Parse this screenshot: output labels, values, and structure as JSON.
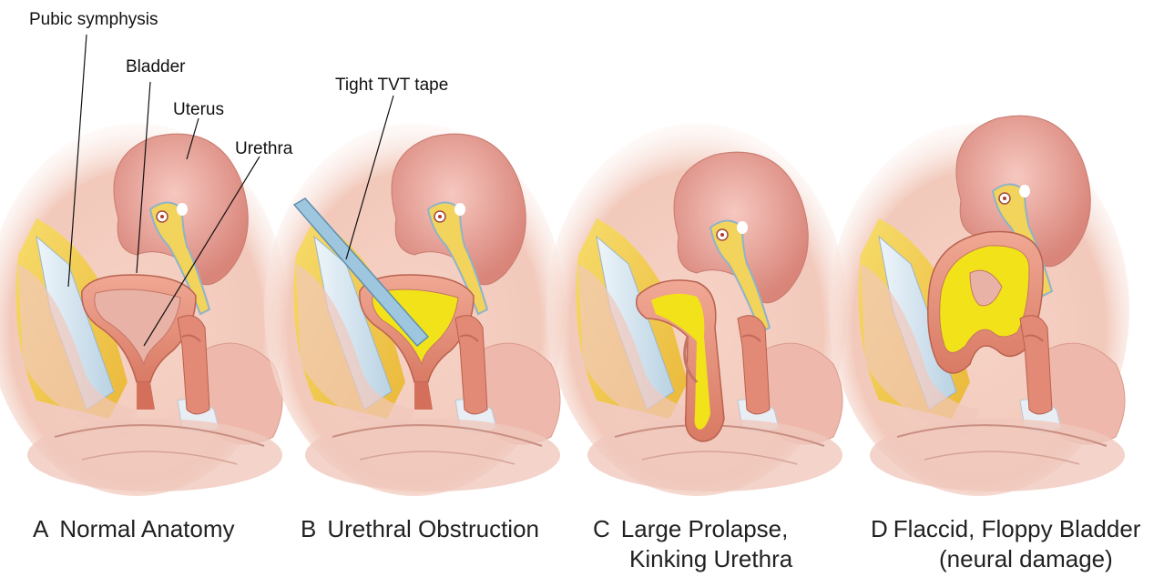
{
  "labels": {
    "pubic_symphysis": "Pubic symphysis",
    "bladder": "Bladder",
    "uterus": "Uterus",
    "urethra": "Urethra",
    "tight_tvt_tape": "Tight TVT tape"
  },
  "panels": [
    {
      "letter": "A",
      "title_line1": "Normal Anatomy",
      "title_line2": ""
    },
    {
      "letter": "B",
      "title_line1": "Urethral Obstruction",
      "title_line2": ""
    },
    {
      "letter": "C",
      "title_line1": "Large Prolapse,",
      "title_line2": "Kinking Urethra"
    },
    {
      "letter": "D",
      "title_line1": "Flaccid, Floppy Bladder",
      "title_line2": "(neural damage)"
    }
  ],
  "colors": {
    "skin": "#f3d8cf",
    "muscle": "#e79a86",
    "fat": "#f5d24a",
    "urine": "#f2e21a",
    "bone": "#dce9f2",
    "uterus": "#e9a9a0",
    "tape": "#9fc6df"
  }
}
